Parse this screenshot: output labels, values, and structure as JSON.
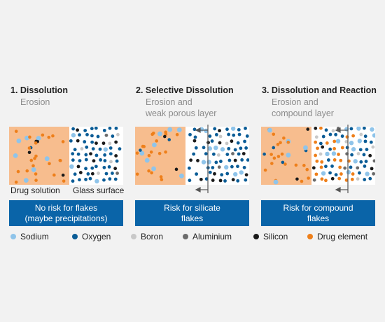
{
  "colors": {
    "sodium": "#8fc4ea",
    "oxygen": "#0a5c96",
    "boron": "#c8c8c8",
    "aluminium": "#6b6b6b",
    "silicon": "#1a1a1a",
    "drug": "#ee7f1a",
    "solution": "#f7bd8e",
    "banner": "#0a64a8"
  },
  "steps": [
    {
      "title": "1. Dissolution",
      "subtitle": [
        "Erosion"
      ],
      "banner": [
        "No risk for flakes",
        "(maybe precipitations)"
      ]
    },
    {
      "title": "2. Selective Dissolution",
      "subtitle": [
        "Erosion and",
        "weak porous layer"
      ],
      "banner": [
        "Risk for silicate",
        "flakes"
      ]
    },
    {
      "title": "3. Dissolution and Reaction",
      "subtitle": [
        "Erosion and",
        "compound layer"
      ],
      "banner": [
        "Risk for compound",
        "flakes"
      ]
    }
  ],
  "panel_labels": {
    "solution": "Drug solution",
    "surface": "Glass surface"
  },
  "legend": [
    {
      "key": "sodium",
      "label": "Sodium"
    },
    {
      "key": "oxygen",
      "label": "Oxygen"
    },
    {
      "key": "boron",
      "label": "Boron"
    },
    {
      "key": "aluminium",
      "label": "Aluminium"
    },
    {
      "key": "silicon",
      "label": "Silicon"
    },
    {
      "key": "drug",
      "label": "Drug element"
    }
  ]
}
